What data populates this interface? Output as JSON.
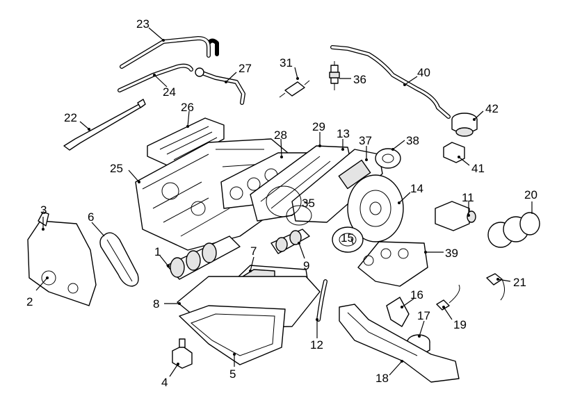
{
  "callouts": {
    "n1": "1",
    "n2": "2",
    "n3": "3",
    "n4": "4",
    "n5": "5",
    "n6": "6",
    "n7": "7",
    "n8": "8",
    "n9": "9",
    "n11": "11",
    "n12": "12",
    "n13": "13",
    "n14": "14",
    "n15": "15",
    "n16": "16",
    "n17": "17",
    "n18": "18",
    "n19": "19",
    "n20": "20",
    "n21": "21",
    "n22": "22",
    "n23": "23",
    "n24": "24",
    "n25": "25",
    "n26": "26",
    "n27": "27",
    "n28": "28",
    "n29": "29",
    "n31": "31",
    "n35": "35",
    "n36": "36",
    "n37": "37",
    "n38": "38",
    "n39": "39",
    "n40": "40",
    "n41": "41",
    "n42": "42"
  }
}
